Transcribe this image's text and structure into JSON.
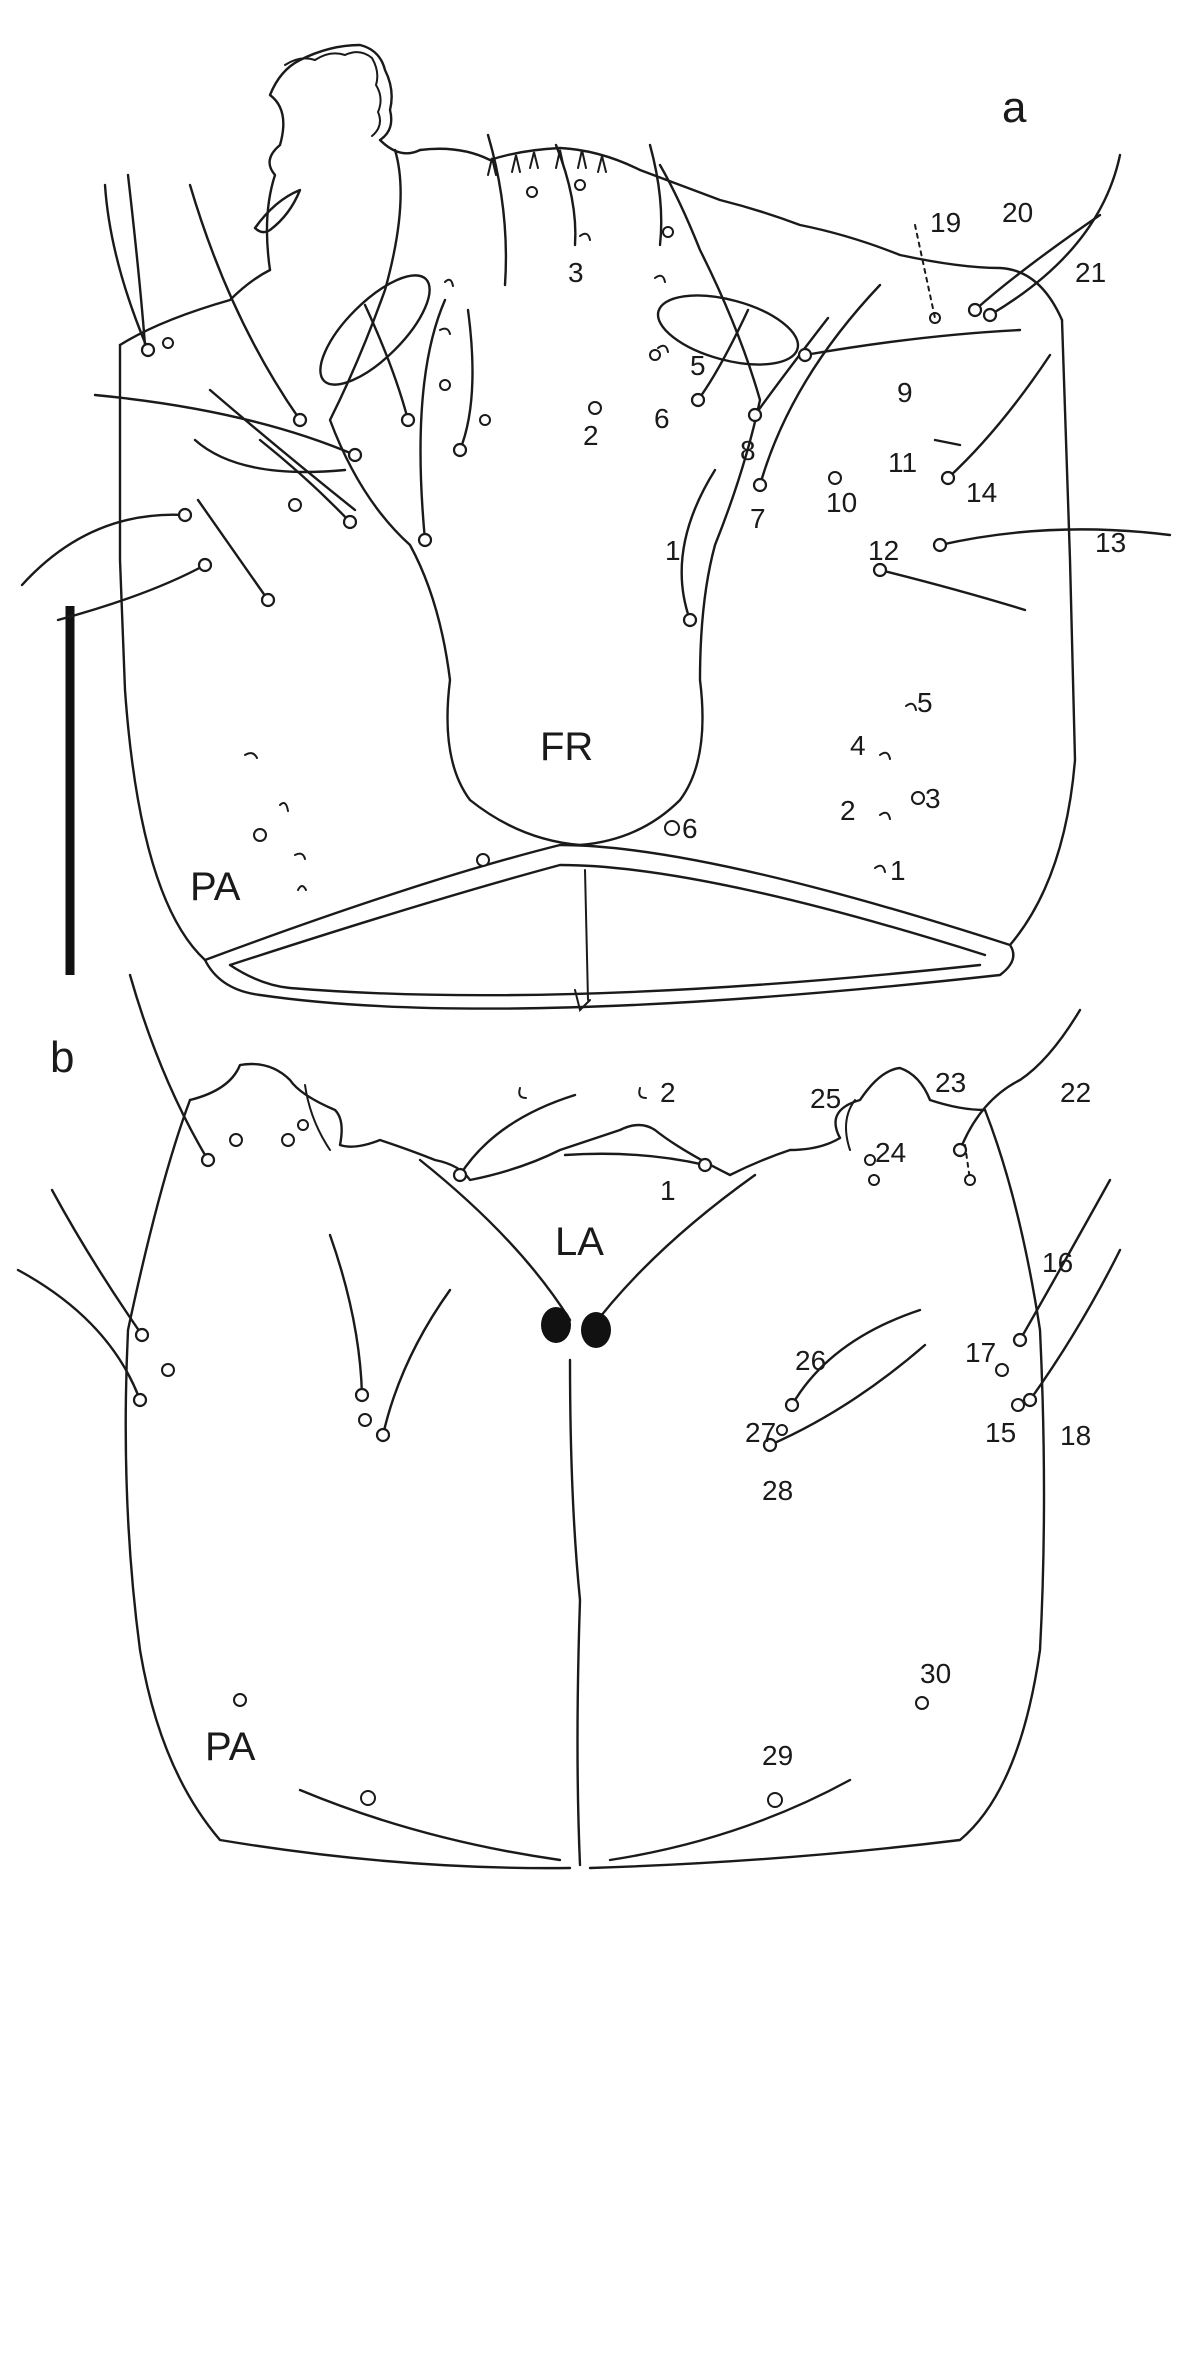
{
  "panels": {
    "a": {
      "label": "a",
      "region_labels": {
        "frons": "FR",
        "parietal": "PA"
      },
      "seta_labels": [
        "1",
        "2",
        "3",
        "5",
        "6",
        "7",
        "8",
        "9",
        "10",
        "11",
        "12",
        "13",
        "14",
        "19",
        "20",
        "21"
      ],
      "parietal_labels": [
        "1",
        "2",
        "3",
        "4",
        "5",
        "6"
      ]
    },
    "b": {
      "label": "b",
      "region_labels": {
        "labium": "LA",
        "parietal": "PA"
      },
      "seta_labels": [
        "1",
        "2",
        "15",
        "16",
        "17",
        "18",
        "22",
        "23",
        "24",
        "25",
        "26",
        "27",
        "28",
        "29",
        "30"
      ]
    }
  }
}
